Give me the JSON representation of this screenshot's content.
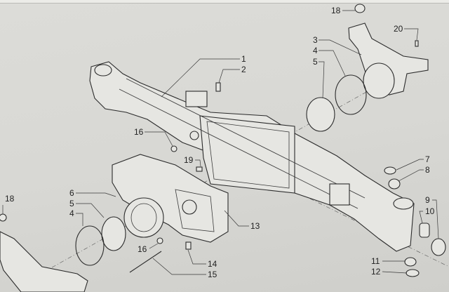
{
  "diagram": {
    "callouts": [
      {
        "id": "c18a",
        "text": "18"
      },
      {
        "id": "c20",
        "text": "20"
      },
      {
        "id": "c3",
        "text": "3"
      },
      {
        "id": "c4a",
        "text": "4"
      },
      {
        "id": "c5a",
        "text": "5"
      },
      {
        "id": "c1",
        "text": "1"
      },
      {
        "id": "c2",
        "text": "2"
      },
      {
        "id": "c16a",
        "text": "16"
      },
      {
        "id": "c19",
        "text": "19"
      },
      {
        "id": "c7",
        "text": "7"
      },
      {
        "id": "c8",
        "text": "8"
      },
      {
        "id": "c6",
        "text": "6"
      },
      {
        "id": "c5b",
        "text": "5"
      },
      {
        "id": "c4b",
        "text": "4"
      },
      {
        "id": "c18b",
        "text": "18"
      },
      {
        "id": "c13",
        "text": "13"
      },
      {
        "id": "c9",
        "text": "9"
      },
      {
        "id": "c10",
        "text": "10"
      },
      {
        "id": "c16b",
        "text": "16"
      },
      {
        "id": "c14",
        "text": "14"
      },
      {
        "id": "c15",
        "text": "15"
      },
      {
        "id": "c11",
        "text": "11"
      },
      {
        "id": "c12",
        "text": "12"
      }
    ]
  }
}
